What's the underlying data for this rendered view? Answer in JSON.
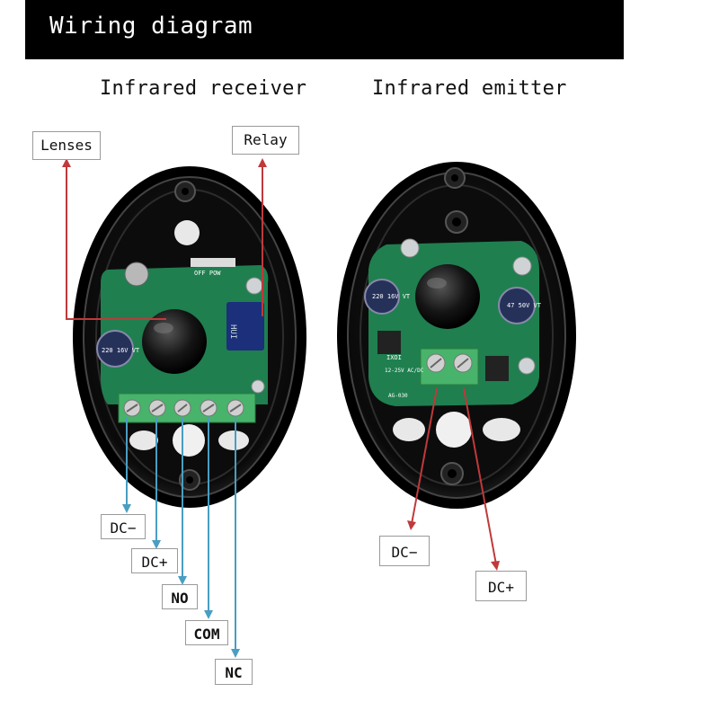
{
  "header": {
    "title": "Wiring diagram"
  },
  "receiver": {
    "title": "Infrared receiver",
    "labels": {
      "lenses": "Lenses",
      "relay": "Relay"
    },
    "terminals": {
      "dc_minus": "DC−",
      "dc_plus": "DC+",
      "no": "NO",
      "com": "COM",
      "nc": "NC"
    },
    "pcb_text": {
      "cap": "220 16V VT",
      "switch": "OFF POW",
      "relay": "HUI"
    }
  },
  "emitter": {
    "title": "Infrared emitter",
    "terminals": {
      "dc_minus": "DC−",
      "dc_plus": "DC+"
    },
    "pcb_text": {
      "cap_left": "220 16V VT",
      "cap_right": "47 50V VT",
      "pcb_label": "IXOI",
      "voltage": "12-25V AC/DC",
      "model": "AG-030"
    }
  },
  "colors": {
    "red_line": "#c0393b",
    "blue_line": "#4a9ec2",
    "terminal_green": "#48b36a",
    "pcb_green": "#1f7f4f"
  }
}
